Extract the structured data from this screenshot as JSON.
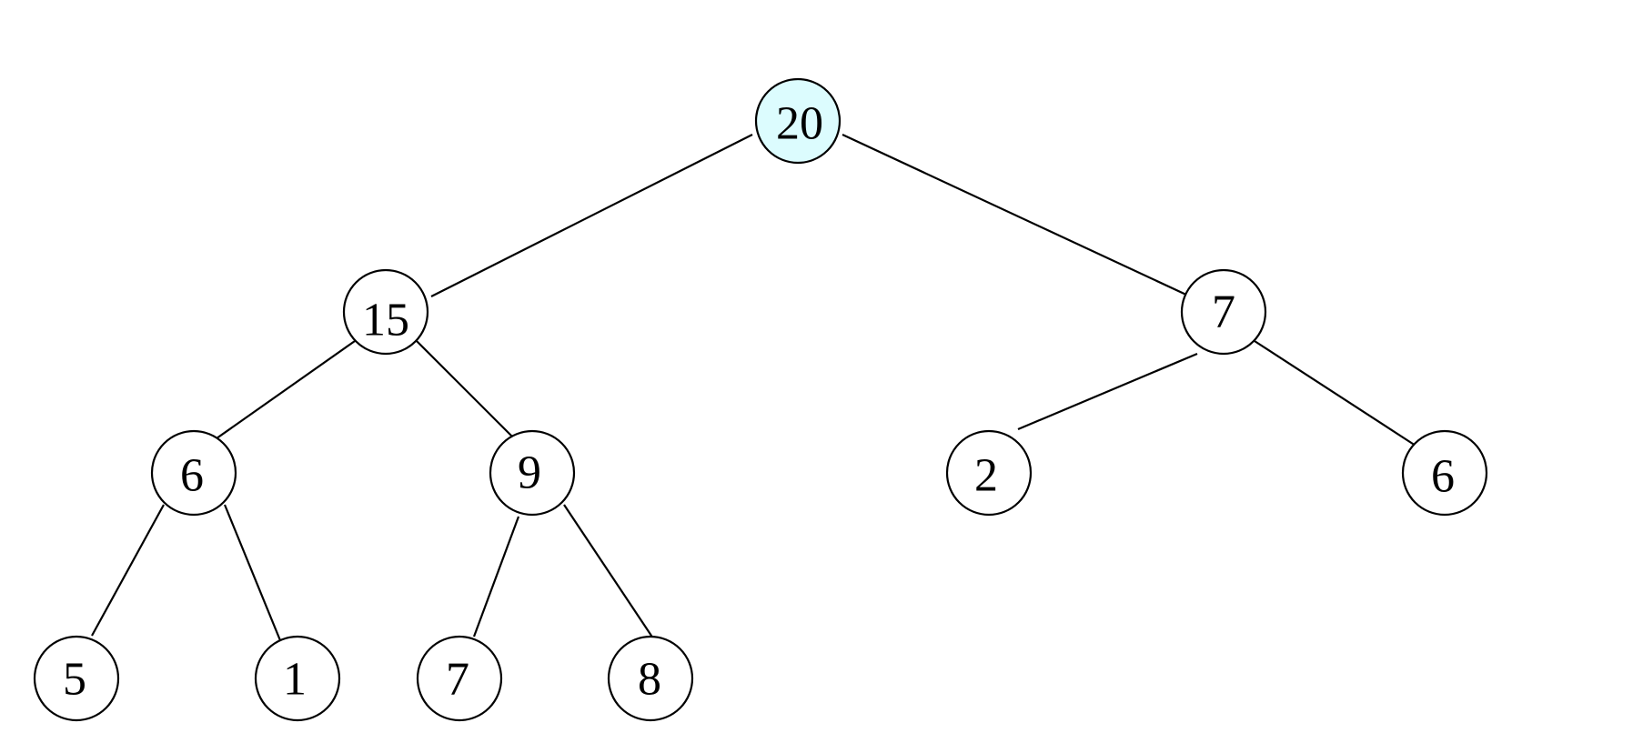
{
  "tree": {
    "nodes": [
      {
        "id": "n0",
        "label": "20",
        "highlighted": true
      },
      {
        "id": "n1",
        "label": "15"
      },
      {
        "id": "n2",
        "label": "7"
      },
      {
        "id": "n3",
        "label": "6"
      },
      {
        "id": "n4",
        "label": "9"
      },
      {
        "id": "n5",
        "label": "2"
      },
      {
        "id": "n6",
        "label": "6"
      },
      {
        "id": "n7",
        "label": "5"
      },
      {
        "id": "n8",
        "label": "1"
      },
      {
        "id": "n9",
        "label": "7"
      },
      {
        "id": "n10",
        "label": "8"
      }
    ],
    "edges": [
      [
        "n0",
        "n1"
      ],
      [
        "n0",
        "n2"
      ],
      [
        "n1",
        "n3"
      ],
      [
        "n1",
        "n4"
      ],
      [
        "n2",
        "n5"
      ],
      [
        "n2",
        "n6"
      ],
      [
        "n3",
        "n7"
      ],
      [
        "n3",
        "n8"
      ],
      [
        "n4",
        "n9"
      ],
      [
        "n4",
        "n10"
      ]
    ],
    "colors": {
      "highlight_fill": "#dcfcfe",
      "node_fill": "#ffffff",
      "stroke": "#000000"
    }
  }
}
